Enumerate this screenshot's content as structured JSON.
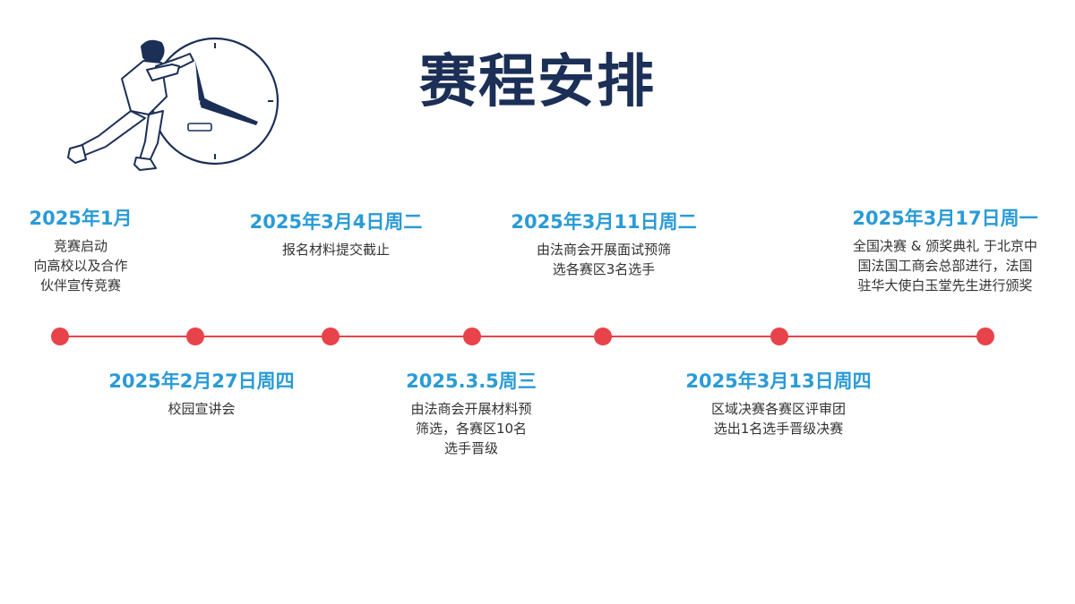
{
  "title": "赛程安排",
  "colors": {
    "title": "#1b2f57",
    "date": "#2a9bd6",
    "line": "#e8434a",
    "dot": "#e8434a"
  },
  "illustration": "person-turning-clock-hands",
  "milestones": [
    {
      "date": "2025年1月",
      "lines": [
        "竞赛启动",
        "向高校以及合作",
        "伙伴宣传竞赛"
      ]
    },
    {
      "date": "2025年2月27日周四",
      "lines": [
        "校园宣讲会"
      ]
    },
    {
      "date": "2025年3月4日周二",
      "lines": [
        "报名材料提交截止"
      ]
    },
    {
      "date": "2025.3.5周三",
      "lines": [
        "由法商会开展材料预",
        "筛选，各赛区10名",
        "选手晋级"
      ]
    },
    {
      "date": "2025年3月11日周二",
      "lines": [
        "由法商会开展面试预筛",
        "选各赛区3名选手"
      ]
    },
    {
      "date": "2025年3月13日周四",
      "lines": [
        "区域决赛各赛区评审团",
        "选出1名选手晋级决赛"
      ]
    },
    {
      "date": "2025年3月17日周一",
      "lines": [
        "全国决赛 & 颁奖典礼 于北京中",
        "国法国工商会总部进行，法国",
        "驻华大使白玉堂先生进行颁奖"
      ]
    }
  ]
}
